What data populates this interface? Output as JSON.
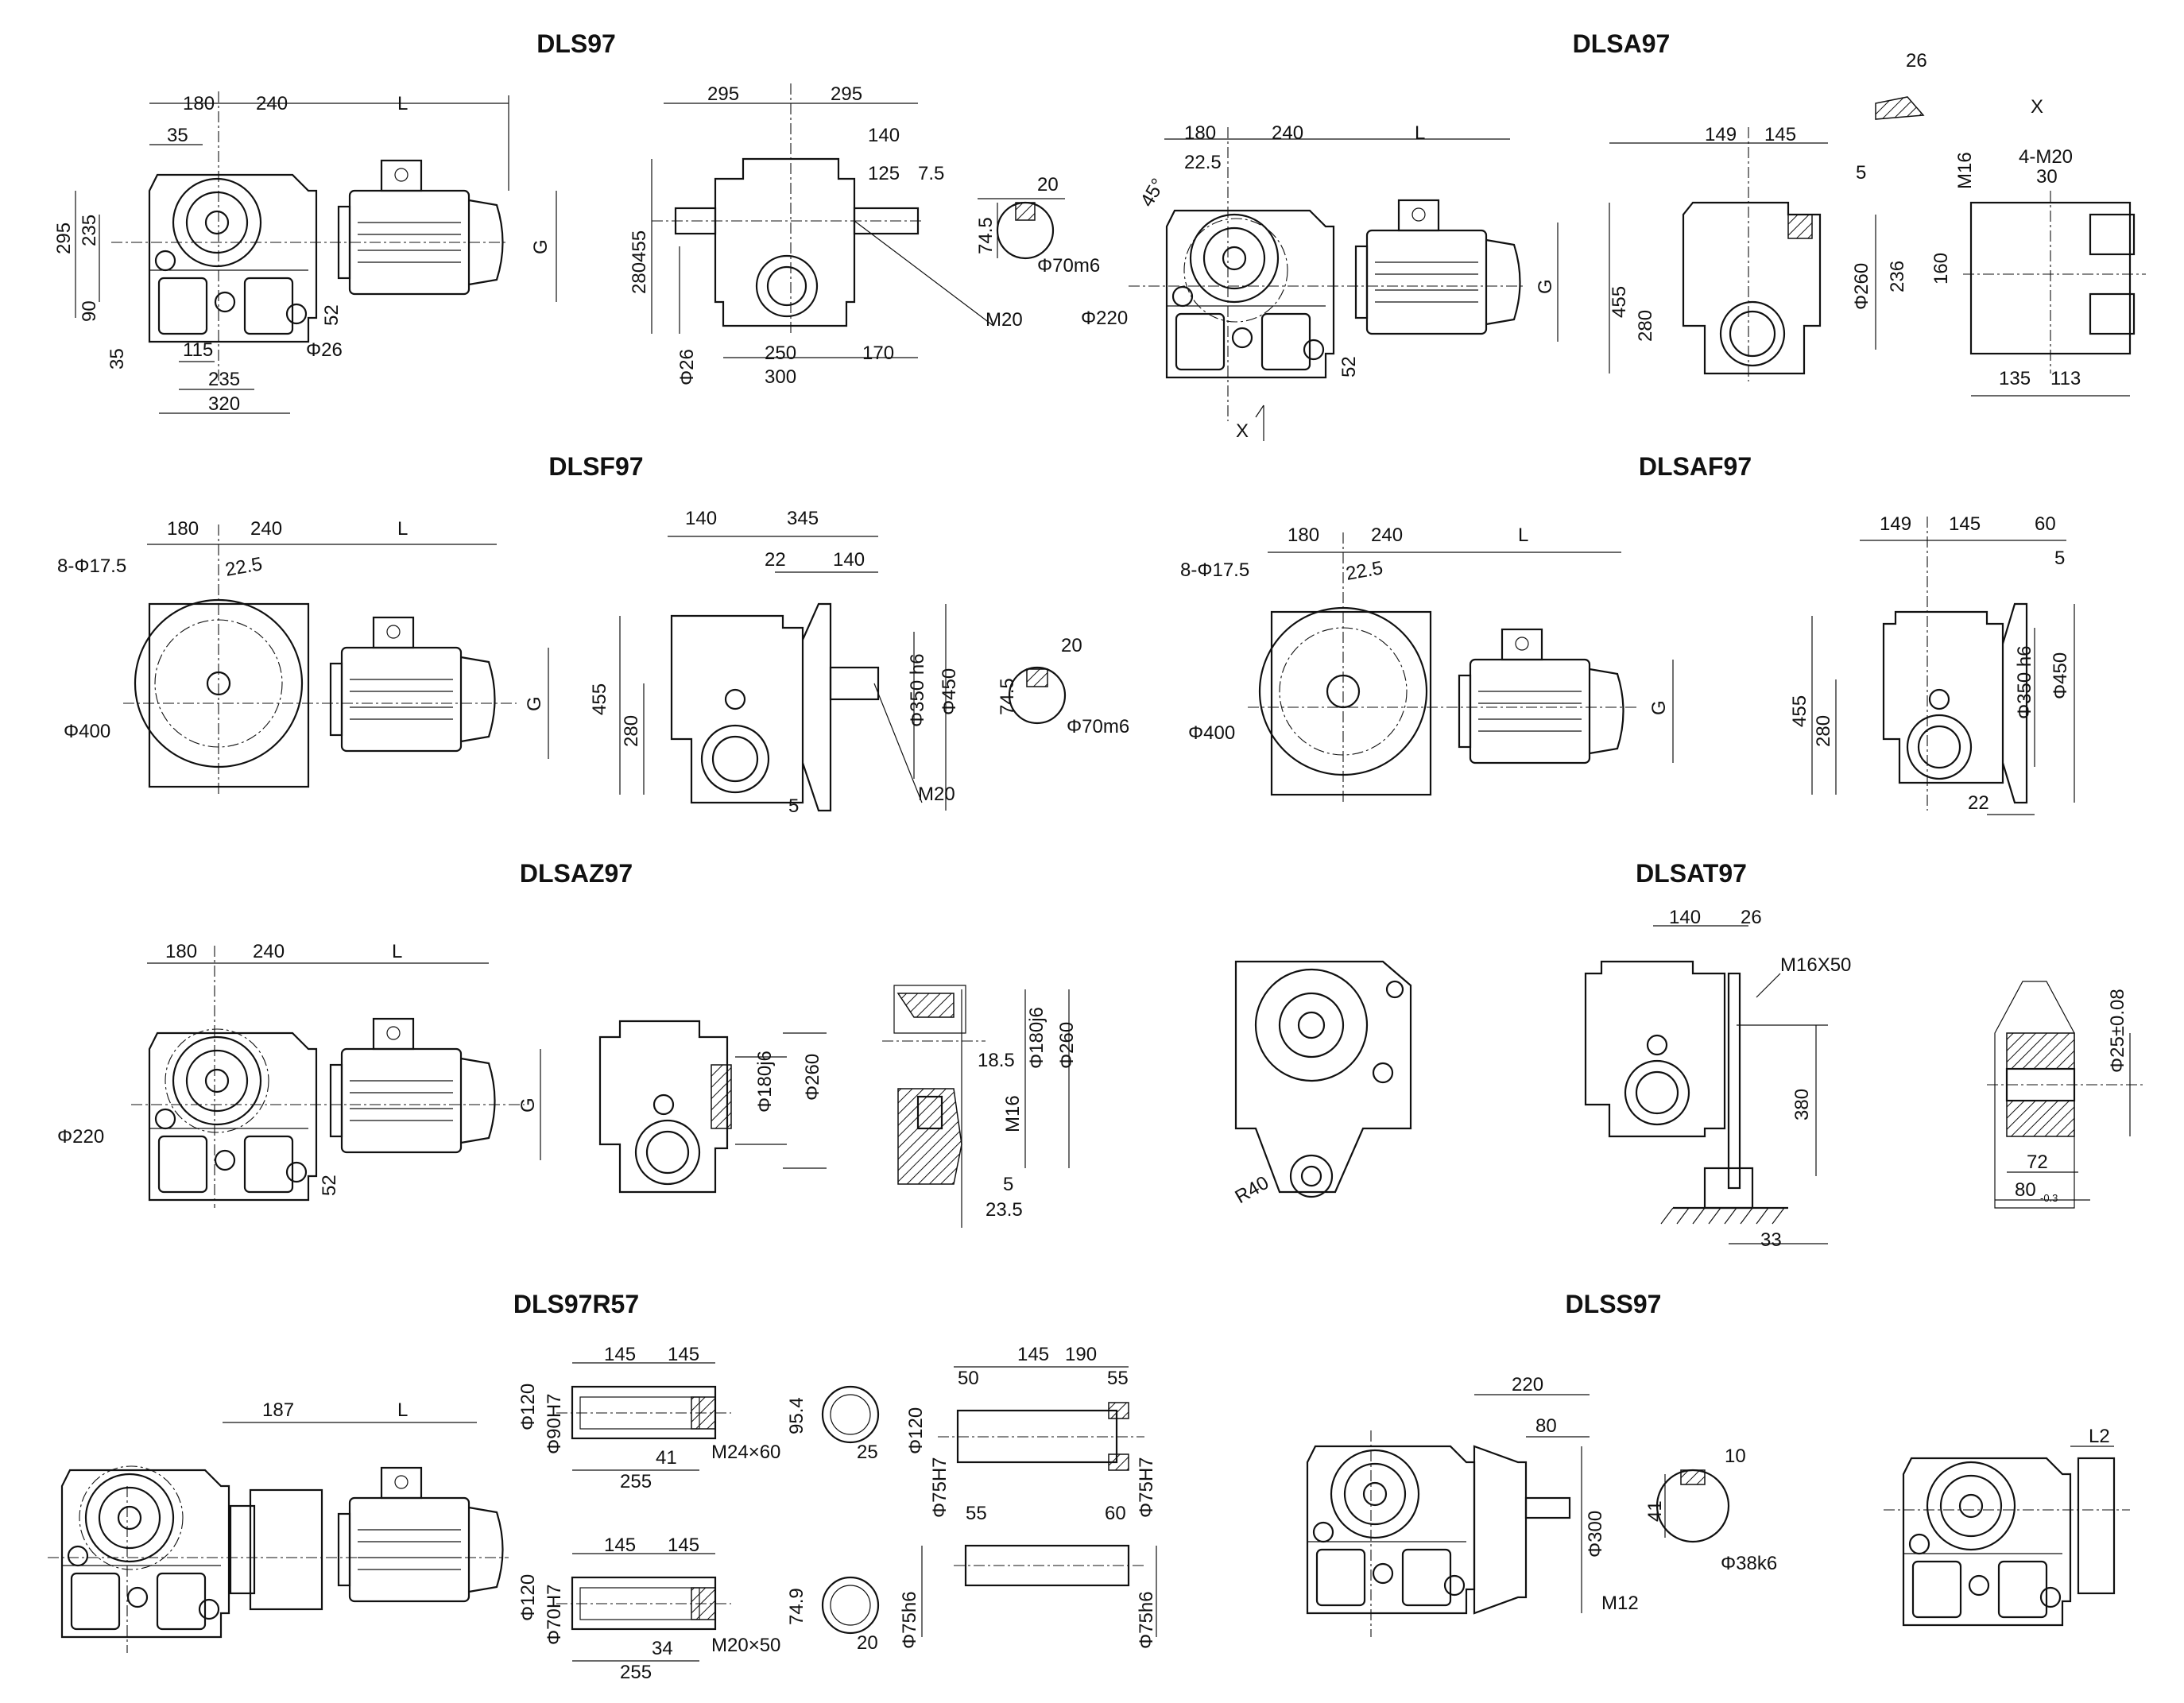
{
  "views": {
    "dls97": {
      "title": "DLS97",
      "dims": [
        "180",
        "240",
        "L",
        "35",
        "295",
        "235",
        "90",
        "35",
        "52",
        "115",
        "235",
        "320",
        "Φ26",
        "G"
      ]
    },
    "dls97_side": {
      "dims": [
        "295",
        "295",
        "140",
        "125",
        "7.5",
        "455",
        "280",
        "Φ26",
        "250",
        "300",
        "170",
        "M20",
        "20",
        "74.5",
        "Φ70m6"
      ]
    },
    "dlsa97": {
      "title": "DLSA97",
      "dims": [
        "180",
        "240",
        "L",
        "22.5",
        "45°",
        "Φ220",
        "52",
        "G",
        "X",
        "149",
        "145",
        "5",
        "455",
        "280",
        "Φ260",
        "26",
        "X",
        "M16",
        "4-M20",
        "30",
        "236",
        "160",
        "135",
        "113"
      ]
    },
    "dlsf97": {
      "title": "DLSF97",
      "dims": [
        "180",
        "240",
        "L",
        "8-Φ17.5",
        "22.5",
        "Φ400",
        "G",
        "140",
        "345",
        "22",
        "140",
        "455",
        "280",
        "Φ350 h6",
        "Φ450",
        "5",
        "M20",
        "20",
        "74.5",
        "Φ70m6"
      ]
    },
    "dlsaf97": {
      "title": "DLSAF97",
      "dims": [
        "180",
        "240",
        "L",
        "8-Φ17.5",
        "22.5",
        "Φ400",
        "G",
        "149",
        "145",
        "60",
        "5",
        "455",
        "280",
        "Φ350 h6",
        "Φ450",
        "22"
      ]
    },
    "dlsaz97": {
      "title": "DLSAZ97",
      "dims": [
        "180",
        "240",
        "L",
        "Φ220",
        "52",
        "G",
        "Φ180j6",
        "Φ260",
        "18.5",
        "M16",
        "Φ180j6",
        "Φ260",
        "5",
        "23.5"
      ]
    },
    "dlsat97": {
      "title": "DLSAT97",
      "dims": [
        "R40",
        "140",
        "26",
        "M16X50",
        "380",
        "33",
        "Φ25±0.08",
        "72",
        "80",
        "-0.3"
      ]
    },
    "dls97r57": {
      "title": "DLS97R57",
      "dims": [
        "187",
        "L",
        "145",
        "145",
        "Φ120",
        "Φ90H7",
        "41",
        "255",
        "M24×60",
        "95.4",
        "25",
        "145",
        "145",
        "Φ120",
        "Φ70H7",
        "34",
        "255",
        "M20×50",
        "74.9",
        "20",
        "145",
        "190",
        "50",
        "55",
        "Φ120",
        "Φ75H7",
        "Φ75H7",
        "55",
        "60",
        "Φ75h6",
        "Φ75h6"
      ]
    },
    "dlss97": {
      "title": "DLSS97",
      "dims": [
        "220",
        "80",
        "Φ300",
        "M12",
        "10",
        "41",
        "Φ38k6",
        "L2"
      ]
    }
  }
}
